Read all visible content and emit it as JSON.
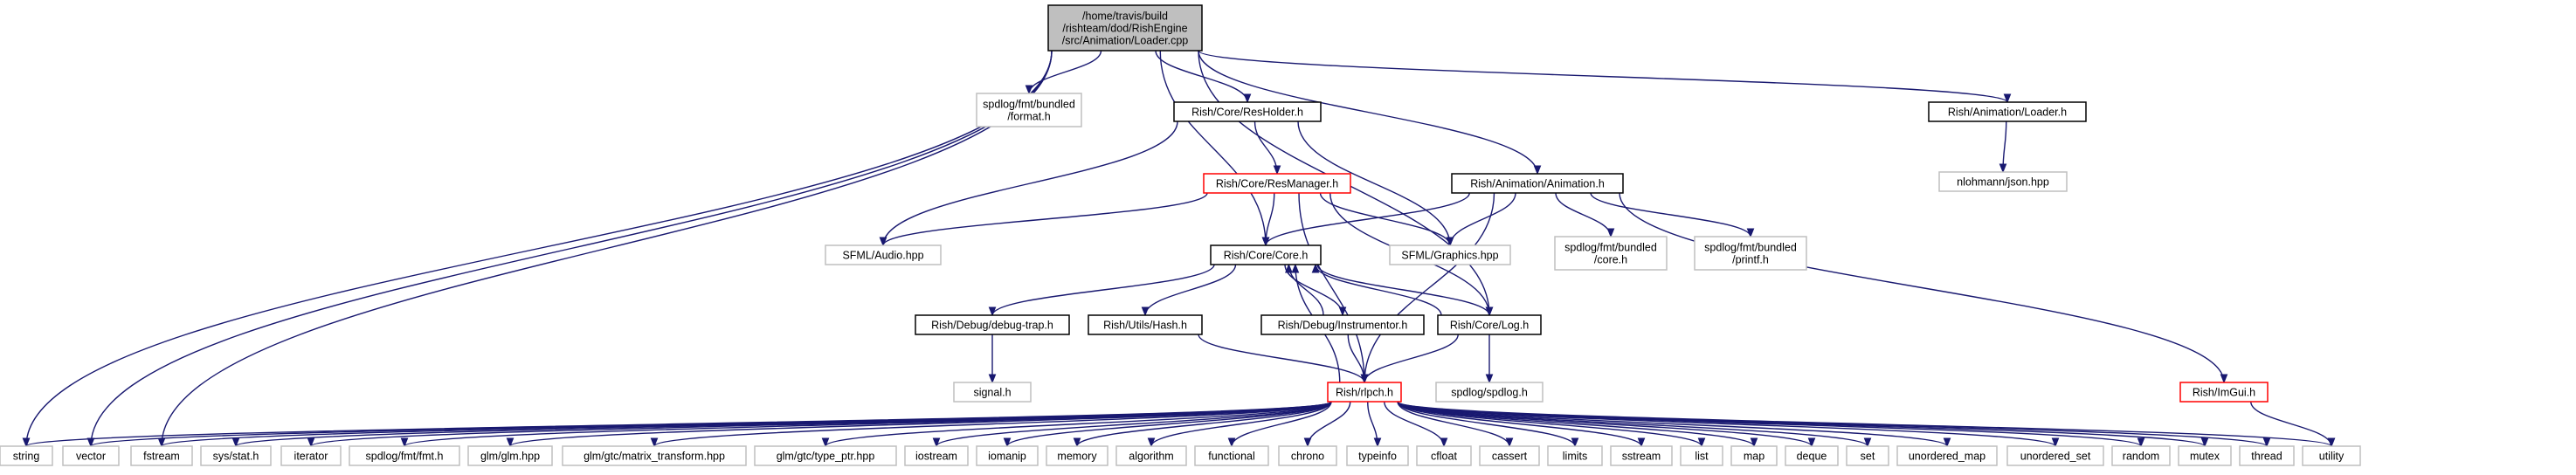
{
  "diagram": {
    "colors": {
      "edge": "#191970",
      "root_fill": "#bfbfbf",
      "border_documented": "#000000",
      "border_external": "#bfbfbf",
      "border_truncated": "#ff0000"
    },
    "nodes": [
      {
        "id": "root",
        "lines": [
          "/home/travis/build",
          "/rishteam/dod/RishEngine",
          "/src/Animation/Loader.cpp"
        ],
        "kind": "root"
      },
      {
        "id": "fmt_format",
        "lines": [
          "spdlog/fmt/bundled",
          "/format.h"
        ],
        "kind": "external"
      },
      {
        "id": "resholder",
        "lines": [
          "Rish/Core/ResHolder.h"
        ],
        "kind": "documented"
      },
      {
        "id": "anim_loader",
        "lines": [
          "Rish/Animation/Loader.h"
        ],
        "kind": "documented"
      },
      {
        "id": "json",
        "lines": [
          "nlohmann/json.hpp"
        ],
        "kind": "external"
      },
      {
        "id": "resmanager",
        "lines": [
          "Rish/Core/ResManager.h"
        ],
        "kind": "truncated"
      },
      {
        "id": "animation",
        "lines": [
          "Rish/Animation/Animation.h"
        ],
        "kind": "documented"
      },
      {
        "id": "sfml_audio",
        "lines": [
          "SFML/Audio.hpp"
        ],
        "kind": "external"
      },
      {
        "id": "core",
        "lines": [
          "Rish/Core/Core.h"
        ],
        "kind": "documented"
      },
      {
        "id": "sfml_graphics",
        "lines": [
          "SFML/Graphics.hpp"
        ],
        "kind": "external"
      },
      {
        "id": "fmt_core",
        "lines": [
          "spdlog/fmt/bundled",
          "/core.h"
        ],
        "kind": "external"
      },
      {
        "id": "fmt_printf",
        "lines": [
          "spdlog/fmt/bundled",
          "/printf.h"
        ],
        "kind": "external"
      },
      {
        "id": "debugtrap",
        "lines": [
          "Rish/Debug/debug-trap.h"
        ],
        "kind": "documented"
      },
      {
        "id": "hash",
        "lines": [
          "Rish/Utils/Hash.h"
        ],
        "kind": "documented"
      },
      {
        "id": "instrumentor",
        "lines": [
          "Rish/Debug/Instrumentor.h"
        ],
        "kind": "documented"
      },
      {
        "id": "log",
        "lines": [
          "Rish/Core/Log.h"
        ],
        "kind": "documented"
      },
      {
        "id": "imgui",
        "lines": [
          "Rish/ImGui.h"
        ],
        "kind": "truncated"
      },
      {
        "id": "signal",
        "lines": [
          "signal.h"
        ],
        "kind": "external"
      },
      {
        "id": "spdlog",
        "lines": [
          "spdlog/spdlog.h"
        ],
        "kind": "external"
      },
      {
        "id": "rlpch",
        "lines": [
          "Rish/rlpch.h"
        ],
        "kind": "truncated"
      },
      {
        "id": "string",
        "lines": [
          "string"
        ],
        "kind": "external"
      },
      {
        "id": "vector",
        "lines": [
          "vector"
        ],
        "kind": "external"
      },
      {
        "id": "fstream",
        "lines": [
          "fstream"
        ],
        "kind": "external"
      },
      {
        "id": "sysstat",
        "lines": [
          "sys/stat.h"
        ],
        "kind": "external"
      },
      {
        "id": "iterator",
        "lines": [
          "iterator"
        ],
        "kind": "external"
      },
      {
        "id": "fmt_fmt",
        "lines": [
          "spdlog/fmt/fmt.h"
        ],
        "kind": "external"
      },
      {
        "id": "glm",
        "lines": [
          "glm/glm.hpp"
        ],
        "kind": "external"
      },
      {
        "id": "glm_mt",
        "lines": [
          "glm/gtc/matrix_transform.hpp"
        ],
        "kind": "external"
      },
      {
        "id": "glm_tp",
        "lines": [
          "glm/gtc/type_ptr.hpp"
        ],
        "kind": "external"
      },
      {
        "id": "iostream",
        "lines": [
          "iostream"
        ],
        "kind": "external"
      },
      {
        "id": "iomanip",
        "lines": [
          "iomanip"
        ],
        "kind": "external"
      },
      {
        "id": "memory",
        "lines": [
          "memory"
        ],
        "kind": "external"
      },
      {
        "id": "algorithm",
        "lines": [
          "algorithm"
        ],
        "kind": "external"
      },
      {
        "id": "functional",
        "lines": [
          "functional"
        ],
        "kind": "external"
      },
      {
        "id": "chrono",
        "lines": [
          "chrono"
        ],
        "kind": "external"
      },
      {
        "id": "typeinfo",
        "lines": [
          "typeinfo"
        ],
        "kind": "external"
      },
      {
        "id": "cfloat",
        "lines": [
          "cfloat"
        ],
        "kind": "external"
      },
      {
        "id": "cassert",
        "lines": [
          "cassert"
        ],
        "kind": "external"
      },
      {
        "id": "limits",
        "lines": [
          "limits"
        ],
        "kind": "external"
      },
      {
        "id": "sstream",
        "lines": [
          "sstream"
        ],
        "kind": "external"
      },
      {
        "id": "list",
        "lines": [
          "list"
        ],
        "kind": "external"
      },
      {
        "id": "map",
        "lines": [
          "map"
        ],
        "kind": "external"
      },
      {
        "id": "deque",
        "lines": [
          "deque"
        ],
        "kind": "external"
      },
      {
        "id": "set",
        "lines": [
          "set"
        ],
        "kind": "external"
      },
      {
        "id": "unordered_map",
        "lines": [
          "unordered_map"
        ],
        "kind": "external"
      },
      {
        "id": "unordered_set",
        "lines": [
          "unordered_set"
        ],
        "kind": "external"
      },
      {
        "id": "random",
        "lines": [
          "random"
        ],
        "kind": "external"
      },
      {
        "id": "mutex",
        "lines": [
          "mutex"
        ],
        "kind": "external"
      },
      {
        "id": "thread",
        "lines": [
          "thread"
        ],
        "kind": "external"
      },
      {
        "id": "utility",
        "lines": [
          "utility"
        ],
        "kind": "external"
      }
    ],
    "edges": [
      [
        "root",
        "fmt_format"
      ],
      [
        "root",
        "resholder"
      ],
      [
        "root",
        "animation"
      ],
      [
        "root",
        "anim_loader"
      ],
      [
        "root",
        "core"
      ],
      [
        "root",
        "log"
      ],
      [
        "root",
        "string"
      ],
      [
        "root",
        "vector"
      ],
      [
        "root",
        "fstream"
      ],
      [
        "anim_loader",
        "json"
      ],
      [
        "resholder",
        "resmanager"
      ],
      [
        "resholder",
        "sfml_audio"
      ],
      [
        "resholder",
        "sfml_graphics"
      ],
      [
        "resmanager",
        "sfml_audio"
      ],
      [
        "resmanager",
        "sfml_graphics"
      ],
      [
        "resmanager",
        "core"
      ],
      [
        "resmanager",
        "log"
      ],
      [
        "resmanager",
        "rlpch"
      ],
      [
        "animation",
        "core"
      ],
      [
        "animation",
        "sfml_graphics"
      ],
      [
        "animation",
        "fmt_core"
      ],
      [
        "animation",
        "fmt_printf"
      ],
      [
        "animation",
        "imgui"
      ],
      [
        "animation",
        "rlpch"
      ],
      [
        "core",
        "debugtrap"
      ],
      [
        "core",
        "hash"
      ],
      [
        "core",
        "instrumentor"
      ],
      [
        "core",
        "log"
      ],
      [
        "instrumentor",
        "core"
      ],
      [
        "instrumentor",
        "rlpch"
      ],
      [
        "log",
        "core"
      ],
      [
        "log",
        "spdlog"
      ],
      [
        "log",
        "rlpch"
      ],
      [
        "debugtrap",
        "signal"
      ],
      [
        "hash",
        "rlpch"
      ],
      [
        "rlpch",
        "core"
      ],
      [
        "imgui",
        "utility"
      ],
      [
        "rlpch",
        "string"
      ],
      [
        "rlpch",
        "vector"
      ],
      [
        "rlpch",
        "fstream"
      ],
      [
        "rlpch",
        "sysstat"
      ],
      [
        "rlpch",
        "iterator"
      ],
      [
        "rlpch",
        "fmt_fmt"
      ],
      [
        "rlpch",
        "glm"
      ],
      [
        "rlpch",
        "glm_mt"
      ],
      [
        "rlpch",
        "glm_tp"
      ],
      [
        "rlpch",
        "iostream"
      ],
      [
        "rlpch",
        "iomanip"
      ],
      [
        "rlpch",
        "memory"
      ],
      [
        "rlpch",
        "algorithm"
      ],
      [
        "rlpch",
        "functional"
      ],
      [
        "rlpch",
        "chrono"
      ],
      [
        "rlpch",
        "typeinfo"
      ],
      [
        "rlpch",
        "cfloat"
      ],
      [
        "rlpch",
        "cassert"
      ],
      [
        "rlpch",
        "limits"
      ],
      [
        "rlpch",
        "sstream"
      ],
      [
        "rlpch",
        "list"
      ],
      [
        "rlpch",
        "map"
      ],
      [
        "rlpch",
        "deque"
      ],
      [
        "rlpch",
        "set"
      ],
      [
        "rlpch",
        "unordered_map"
      ],
      [
        "rlpch",
        "unordered_set"
      ],
      [
        "rlpch",
        "random"
      ],
      [
        "rlpch",
        "mutex"
      ],
      [
        "rlpch",
        "thread"
      ],
      [
        "rlpch",
        "utility"
      ]
    ]
  }
}
